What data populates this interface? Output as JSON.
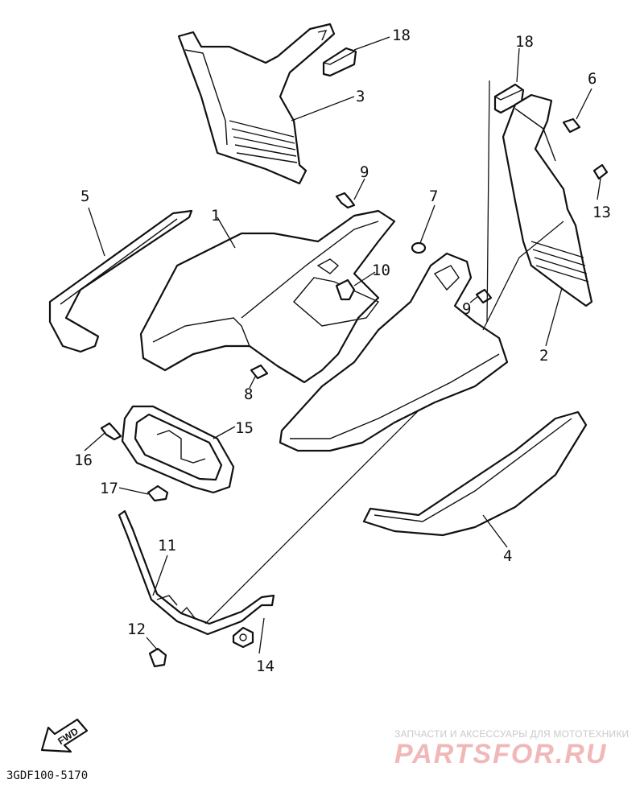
{
  "diagram": {
    "callouts": {
      "c1": "1",
      "c2": "2",
      "c3": "3",
      "c4": "4",
      "c5": "5",
      "c6": "6",
      "c7": "7",
      "c8": "8",
      "c9a": "9",
      "c9b": "9",
      "c10": "10",
      "c11": "11",
      "c12": "12",
      "c13": "13",
      "c14": "14",
      "c15": "15",
      "c16": "16",
      "c17": "17",
      "c18a": "18",
      "c18b": "18"
    },
    "direction_label": "FWD",
    "drawing_code": "3GDF100-5170"
  },
  "watermark": {
    "tagline": "ЗАПЧАСТИ И АКСЕССУАРЫ ДЛЯ МОТОТЕХНИКИ",
    "brand": "PARTSFOR.RU"
  }
}
